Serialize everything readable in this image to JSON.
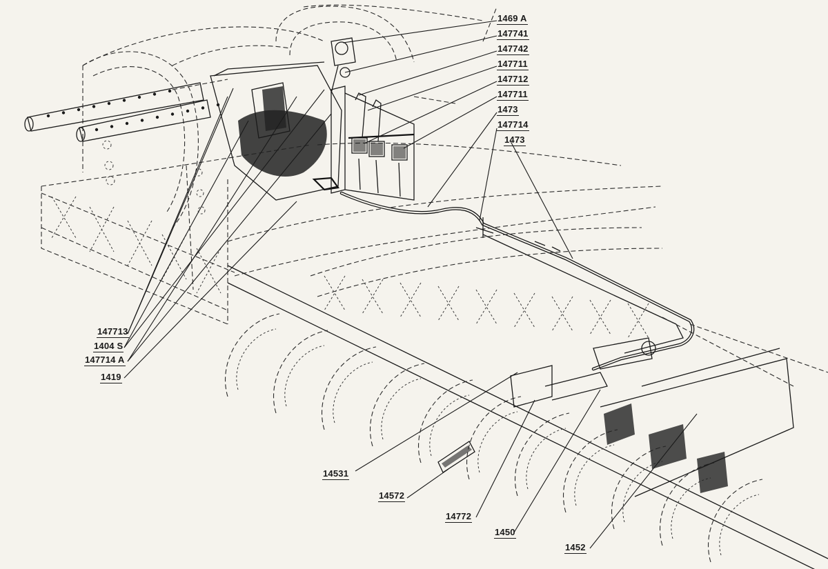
{
  "callouts": {
    "c1469A": "1469 A",
    "c147741": "147741",
    "c147742": "147742",
    "c147711a": "147711",
    "c147712": "147712",
    "c147711b": "147711",
    "c1473a": "1473",
    "c147714": "147714",
    "c1473b": "1473",
    "c147713": "147713",
    "c1404S": "1404 S",
    "c147714A": "147714 A",
    "c1419": "1419",
    "c14531": "14531",
    "c14572": "14572",
    "c14772": "14772",
    "c1450": "1450",
    "c1452": "1452"
  }
}
